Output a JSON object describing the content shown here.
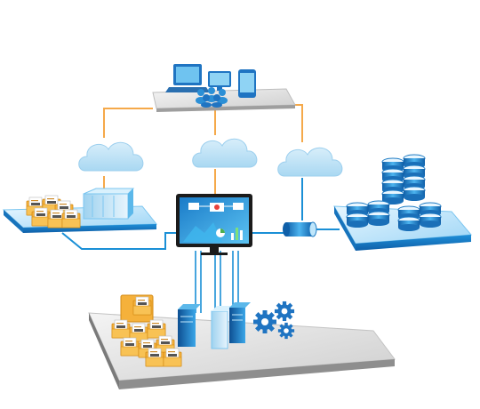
{
  "diagram": {
    "nodes": [
      {
        "id": "user-devices",
        "icon": "devices-icon"
      },
      {
        "id": "cloud-left",
        "icon": "cloud-icon"
      },
      {
        "id": "cloud-center",
        "icon": "cloud-icon"
      },
      {
        "id": "cloud-right",
        "icon": "cloud-icon"
      },
      {
        "id": "documents-platform",
        "icon": "documents-icon"
      },
      {
        "id": "central-monitor",
        "icon": "monitor-icon"
      },
      {
        "id": "database-platform",
        "icon": "database-icon"
      },
      {
        "id": "server-platform",
        "icon": "server-icon"
      }
    ],
    "colors": {
      "connector_orange": "#f5a94a",
      "connector_blue": "#1a8fd6",
      "cloud": "#bfe3f7",
      "platform_blue": "#1f8fd8",
      "platform_top": "#bfe6fb",
      "gear": "#1f74c2",
      "document": "#f5b13b"
    }
  }
}
